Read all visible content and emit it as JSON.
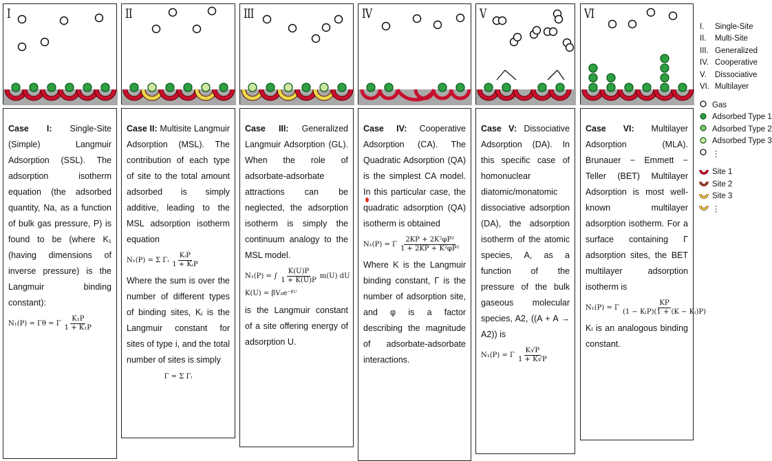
{
  "panels": [
    {
      "numeral": "I",
      "title": "Case I:",
      "body": "Single-Site (Simple) Langmuir Adsorption (SSL). The adsorption isotherm equation (the adsorbed quantity, Na, as a function of bulk gas pressure, P) is found to be (where K₁ (having dimensions of inverse pressure) is the Langmuir binding constant):",
      "formula": "N₁(P) = Γθ = Γ",
      "formula_num": "K₁P",
      "formula_den": "1 + K₁P",
      "body2": "",
      "formula2": "",
      "body3": ""
    },
    {
      "numeral": "II",
      "title": "Case II:",
      "body": "Multisite Langmuir Adsorption (MSL). The contribution of each type of site to the total amount adsorbed is simply additive, leading to the MSL adsorption isotherm equation",
      "formula": "N₁(P) = Σ Γᵢ",
      "formula_num": "KᵢP",
      "formula_den": "1 + KᵢP",
      "body2": "Where the sum is over the number of different types of binding sites, Kᵢ is the Langmuir constant for sites of type i, and the total number of sites is simply",
      "formula2": "Γ = Σ Γᵢ",
      "body3": ""
    },
    {
      "numeral": "III",
      "title": "Case III:",
      "body": "Generalized Langmuir Adsorption (GL). When the role of adsorbate-adsorbate attractions can be neglected, the adsorption isotherm is simply the continuum analogy to the MSL model.",
      "formula": "N₁(P) = ∫",
      "formula_num": "K(U)P",
      "formula_den": "1 + K(U)P",
      "body2": "",
      "formula2": "K(U) = βV₀e⁻ᵝᵁ",
      "body3": "is the Langmuir constant of a site offering energy of adsorption U."
    },
    {
      "numeral": "IV",
      "title": "Case IV:",
      "body": "Cooperative Adsorption (CA). The Quadratic Adsorption (QA) is the simplest CA model. In this particular case, the quadratic adsorption (QA) isotherm is obtained",
      "formula": "N₁(P) = Γ",
      "formula_num": "2KP + 2K²φP²",
      "formula_den": "1 + 2KP + K²φP²",
      "body2": "Where K is the Langmuir binding constant, Γ is the number of adsorption site, and φ is a factor describing the magnitude of adsorbate-adsorbate interactions.",
      "formula2": "",
      "body3": ""
    },
    {
      "numeral": "V",
      "title": "Case V:",
      "body": "Dissociative Adsorption (DA). In this specific case of homonuclear diatomic/monatomic dissociative adsorption (DA), the adsorption isotherm of the atomic species, A, as a function of the pressure of the bulk gaseous molecular species, A2, ((A + A → A2)) is",
      "formula": "N₁(P) = Γ",
      "formula_num": "K√P",
      "formula_den": "1 + K√P",
      "body2": "",
      "formula2": "",
      "body3": ""
    },
    {
      "numeral": "VI",
      "title": "Case VI:",
      "body": "Multilayer Adsorption (MLA). Brunauer − Emmett − Teller (BET) Multilayer Adsorption is most well-known multilayer adsorption isotherm. For a surface containing Γ adsorption sites, the BET multilayer adsorption isotherm is",
      "formula": "N₁(P) = Γ",
      "formula_num": "KP",
      "formula_den": "(1 − KₗP)(1 + (K − Kₗ)P)",
      "body2": "Kₗ is an analogous binding constant.",
      "formula2": "",
      "body3": ""
    }
  ],
  "legend": {
    "cases": [
      {
        "roman": "I.",
        "label": "Single-Site"
      },
      {
        "roman": "II.",
        "label": "Multi-Site"
      },
      {
        "roman": "III.",
        "label": "Generalized"
      },
      {
        "roman": "IV.",
        "label": "Cooperative"
      },
      {
        "roman": "V.",
        "label": "Dissociative"
      },
      {
        "roman": "VI.",
        "label": "Multilayer"
      }
    ],
    "species": [
      {
        "label": "Gas",
        "icon": "gas-circle-icon"
      },
      {
        "label": "Adsorbed Type 1",
        "icon": "adsorbed-type1-icon"
      },
      {
        "label": "Adsorbed Type 2",
        "icon": "adsorbed-type2-icon"
      },
      {
        "label": "Adsorbed Type 3",
        "icon": "adsorbed-type3-icon"
      },
      {
        "label": "⋮",
        "icon": "more-circle-icon"
      }
    ],
    "sites": [
      {
        "label": "Site 1",
        "icon": "site1-icon"
      },
      {
        "label": "Site 2",
        "icon": "site2-icon"
      },
      {
        "label": "Site 3",
        "icon": "site3-icon"
      },
      {
        "label": "⋮",
        "icon": "more-site-icon"
      }
    ]
  },
  "colors": {
    "surface": "#a9a9a9",
    "site_red": "#c8102e",
    "site_yellow": "#e8d84a",
    "adsorbed_green": "#2ea043"
  }
}
